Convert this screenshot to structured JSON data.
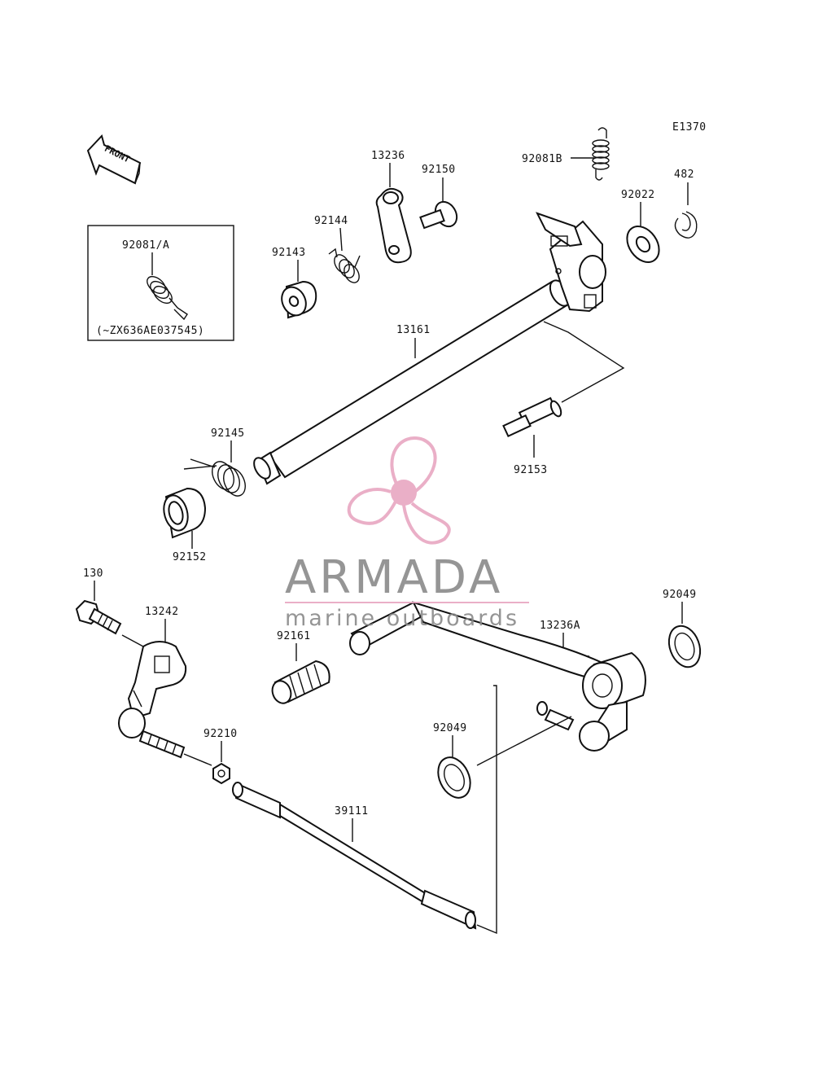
{
  "diagram_code": "E1370",
  "front_label": "FRONT",
  "inset": {
    "part": "92081/A",
    "note": "(~ZX636AE037545)"
  },
  "parts": [
    "92081B",
    "13236",
    "92150",
    "92022",
    "482",
    "92144",
    "92143",
    "13161",
    "92153",
    "92145",
    "92152",
    "130",
    "13242",
    "92161",
    "13236A",
    "92049",
    "92049",
    "92210",
    "39111"
  ],
  "watermark": {
    "brand": "ARMADA",
    "tagline": "marine outboards",
    "color": "#e8a7c2",
    "text_color": "#8a8a8a"
  }
}
